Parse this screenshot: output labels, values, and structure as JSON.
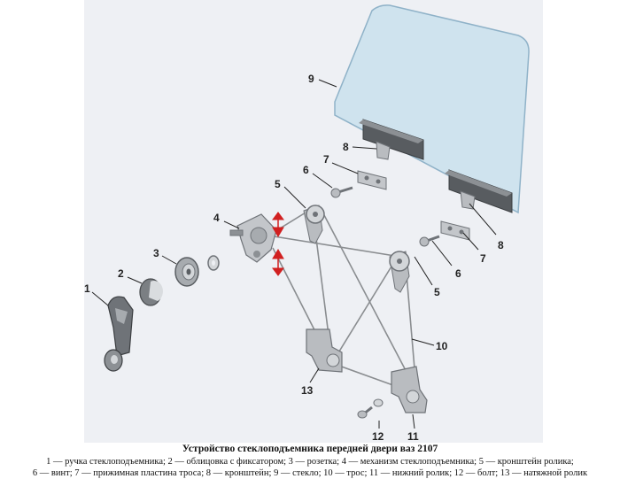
{
  "diagram": {
    "title": "Устройство стеклоподъемника передней двери ваз 2107",
    "legend_line1": "1 — ручка стеклоподъемника; 2 — облицовка с фиксатором; 3 — розетка; 4 — механизм стеклоподъемника; 5 — кронштейн ролика;",
    "legend_line2": "6 — винт; 7 — прижимная пластина троса; 8 — кронштейн; 9 — стекло; 10 — трос; 11 — нижний ролик; 12 — болт; 13 — натяжной ролик",
    "callouts": {
      "c1": "1",
      "c2": "2",
      "c3": "3",
      "c4": "4",
      "c5a": "5",
      "c5b": "5",
      "c6a": "6",
      "c6b": "6",
      "c7a": "7",
      "c7b": "7",
      "c8a": "8",
      "c8b": "8",
      "c9": "9",
      "c10": "10",
      "c11": "11",
      "c12": "12",
      "c13": "13"
    },
    "colors": {
      "background": "#eef0f4",
      "glass": "#cfe3ee",
      "glass_edge": "#8fb2c8",
      "metal": "#b9bcc0",
      "metal_dark": "#6f7378",
      "cable": "#8a8d90",
      "arrow": "#d12020"
    }
  }
}
